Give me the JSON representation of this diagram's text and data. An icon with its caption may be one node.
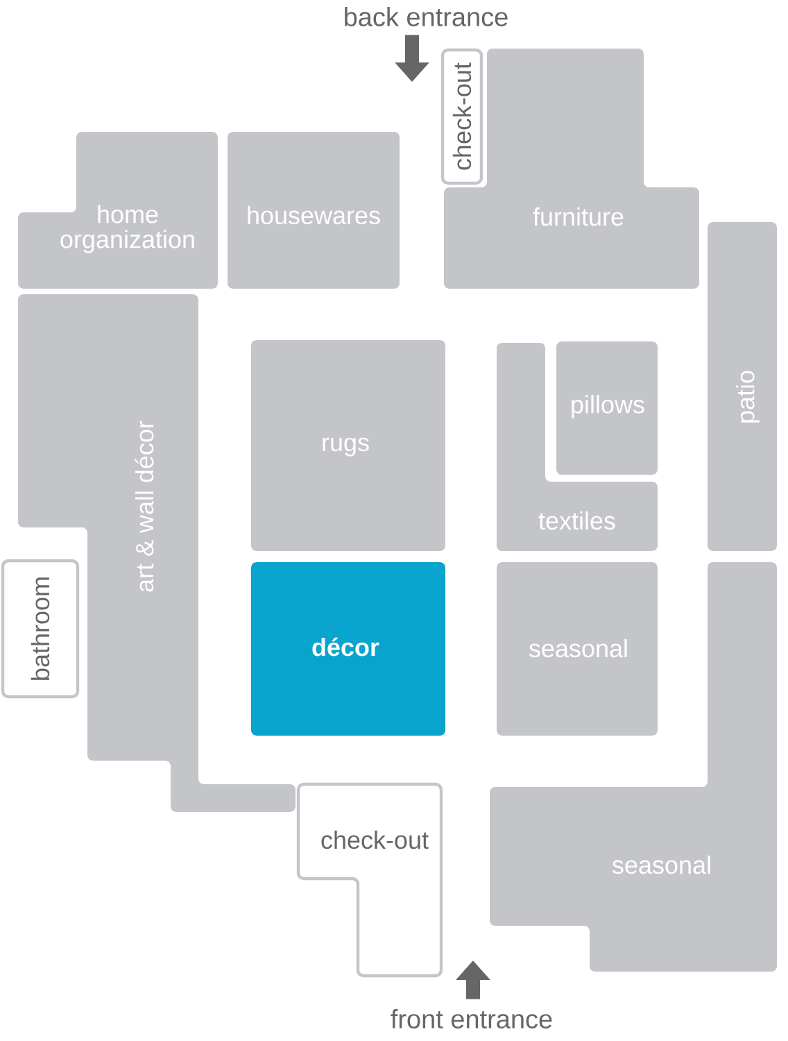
{
  "diagram": {
    "nodes": [
      {
        "text": [
          "home organization"
        ]
      },
      {
        "text": [
          "housewares"
        ]
      },
      {
        "text": [
          "check-out"
        ]
      },
      {
        "text": [
          "furniture"
        ]
      },
      {
        "text": [
          "art & wall décor"
        ]
      },
      {
        "text": [
          "rugs"
        ]
      },
      {
        "text": [
          "pillows"
        ]
      },
      {
        "text": [
          "textiles"
        ]
      },
      {
        "text": [
          "patio"
        ]
      },
      {
        "text": [
          "bathroom"
        ]
      },
      {
        "text": [
          "décor"
        ]
      },
      {
        "text": [
          "seasonal"
        ]
      },
      {
        "text": [
          "check-out"
        ]
      },
      {
        "text": [
          "seasonal"
        ]
      },
      {
        "text": [
          "back entrance"
        ]
      },
      {
        "text": [
          "front entrance"
        ]
      }
    ],
    "edges": [
      {
        "from": 14,
        "to": null,
        "arrow": "to"
      },
      {
        "from": 15,
        "to": null,
        "arrow": "to"
      }
    ]
  }
}
